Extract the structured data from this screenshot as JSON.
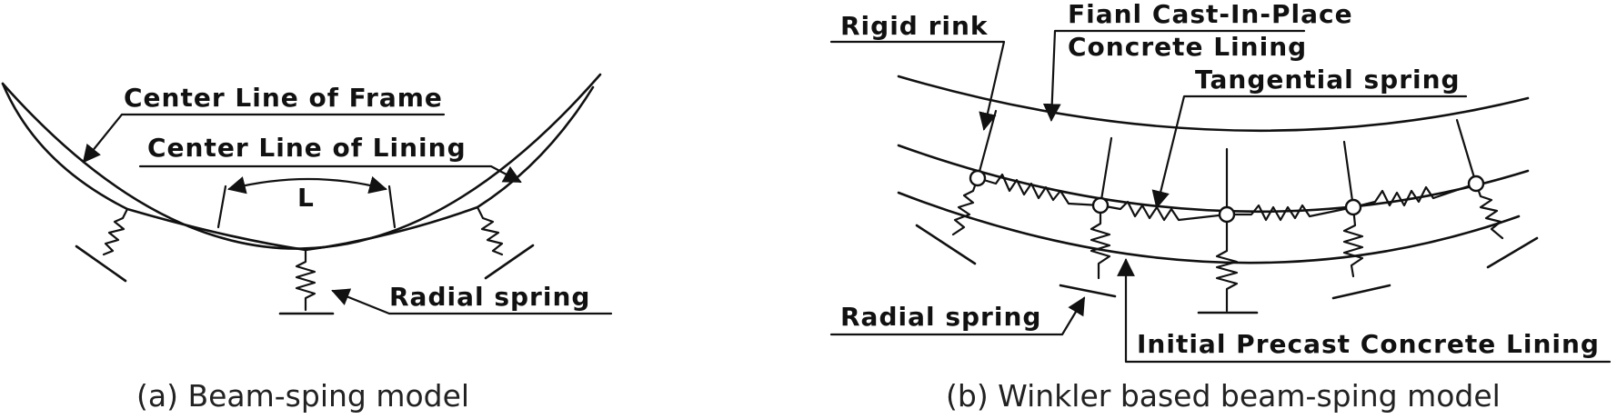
{
  "panel_a": {
    "label_frame": "Center Line of Frame",
    "label_lining": "Center Line of Lining",
    "label_span": "L",
    "label_radial": "Radial spring",
    "caption": "(a) Beam-sping model"
  },
  "panel_b": {
    "label_rigid": "Rigid rink",
    "label_final_1": "Fianl Cast-In-Place",
    "label_final_2": "Concrete Lining",
    "label_tangential": "Tangential spring",
    "label_radial": "Radial spring",
    "label_initial": "Initial Precast Concrete Lining",
    "caption": "(b) Winkler based beam-sping model"
  },
  "colors": {
    "ink": "#111111",
    "caption": "#222222",
    "background": "#ffffff"
  }
}
